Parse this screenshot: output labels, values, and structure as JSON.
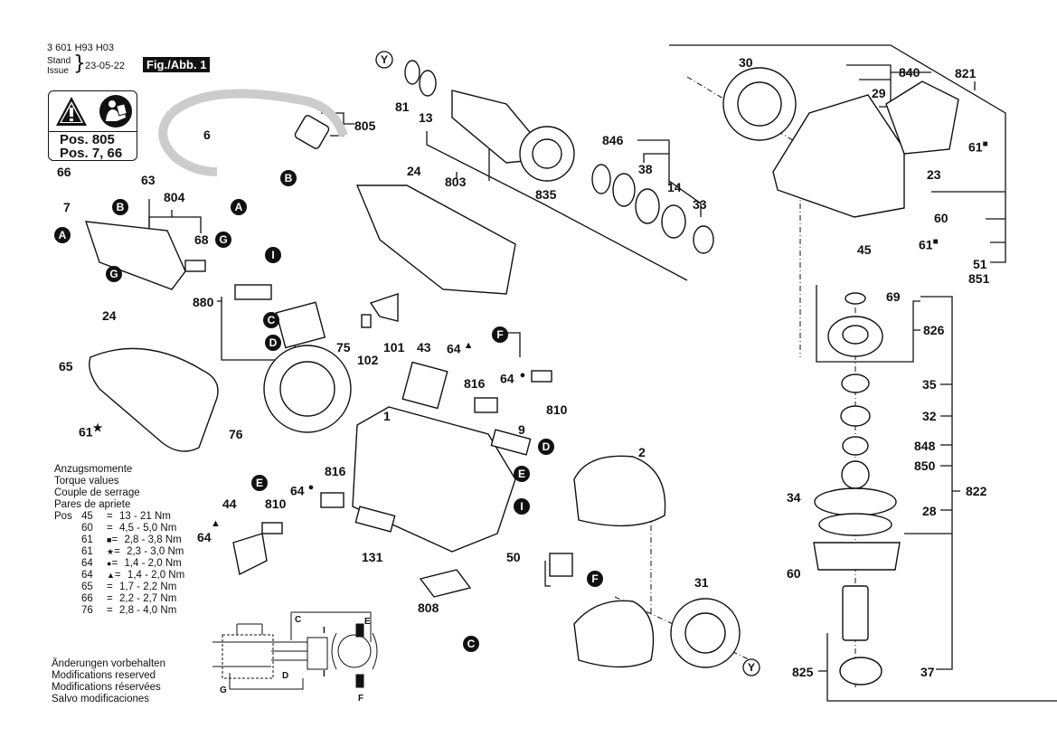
{
  "header": {
    "doc_number": "3 601 H93 H03",
    "stand_label": "Stand",
    "issue_label": "Issue",
    "date": "23-05-22",
    "figure_label": "Fig./Abb. 1"
  },
  "warning_box": {
    "icons": [
      "warning-triangle-icon",
      "read-manual-icon"
    ],
    "lines": [
      "Pos. 805",
      "Pos. 7, 66"
    ]
  },
  "part_labels": {
    "p805": "805",
    "p6": "6",
    "p66": "66",
    "p63": "63",
    "p7": "7",
    "p804": "804",
    "p68": "68",
    "p880": "880",
    "p24a": "24",
    "p24b": "24",
    "p65": "65",
    "p61s": "61",
    "p76": "76",
    "p75": "75",
    "p102": "102",
    "p101": "101",
    "p81": "81",
    "p13": "13",
    "p803": "803",
    "p835": "835",
    "p846": "846",
    "p38": "38",
    "p14": "14",
    "p33": "33",
    "p30": "30",
    "p840": "840",
    "p29": "29",
    "p821": "821",
    "p61a": "61",
    "p23": "23",
    "p60a": "60",
    "p61b": "61",
    "p45": "45",
    "p51": "51",
    "p851": "851",
    "p69": "69",
    "p826": "826",
    "p35": "35",
    "p32": "32",
    "p848": "848",
    "p850": "850",
    "p822": "822",
    "p34": "34",
    "p28": "28",
    "p60b": "60",
    "p825": "825",
    "p37": "37",
    "p43": "43",
    "p64a": "64",
    "p816a": "816",
    "p64b": "64",
    "p810a": "810",
    "p1": "1",
    "p9": "9",
    "p2": "2",
    "p816b": "816",
    "p64c": "64",
    "p810b": "810",
    "p44": "44",
    "p64d": "64",
    "p131": "131",
    "p50": "50",
    "p808": "808",
    "p31": "31"
  },
  "connectors": {
    "A": "A",
    "B": "B",
    "C": "C",
    "D": "D",
    "E": "E",
    "F": "F",
    "G": "G",
    "I": "I",
    "Y": "Y"
  },
  "torque_table": {
    "titles": [
      "Anzugsmomente",
      "Torque values",
      "Couple de serrage",
      "Pares de apriete"
    ],
    "pos_label": "Pos",
    "rows": [
      {
        "pos": "45",
        "mark": "",
        "eq": "=",
        "value": "13 - 21 Nm"
      },
      {
        "pos": "60",
        "mark": "",
        "eq": "=",
        "value": "4,5 - 5,0 Nm"
      },
      {
        "pos": "61",
        "mark": "■",
        "eq": "=",
        "value": "2,8 - 3,8 Nm"
      },
      {
        "pos": "61",
        "mark": "★",
        "eq": "=",
        "value": "2,3 - 3,0 Nm"
      },
      {
        "pos": "64",
        "mark": "●",
        "eq": "=",
        "value": "1,4 - 2,0 Nm"
      },
      {
        "pos": "64",
        "mark": "▲",
        "eq": "=",
        "value": "1,4 - 2,0 Nm"
      },
      {
        "pos": "65",
        "mark": "",
        "eq": "=",
        "value": "1,7 - 2,2 Nm"
      },
      {
        "pos": "66",
        "mark": "",
        "eq": "=",
        "value": "2,2 - 2,7 Nm"
      },
      {
        "pos": "76",
        "mark": "",
        "eq": "=",
        "value": "2,8 - 4,0 Nm"
      }
    ]
  },
  "modifications": [
    "Änderungen vorbehalten",
    "Modifications reserved",
    "Modifications réservées",
    "Salvo modificaciones"
  ],
  "marks": {
    "square": "■",
    "star": "★",
    "dot": "●",
    "triangle": "▲"
  },
  "wiring": {
    "labels": {
      "C": "C",
      "D": "D",
      "E": "E",
      "F": "F",
      "G": "G",
      "I1": "I",
      "I2": "I"
    }
  }
}
